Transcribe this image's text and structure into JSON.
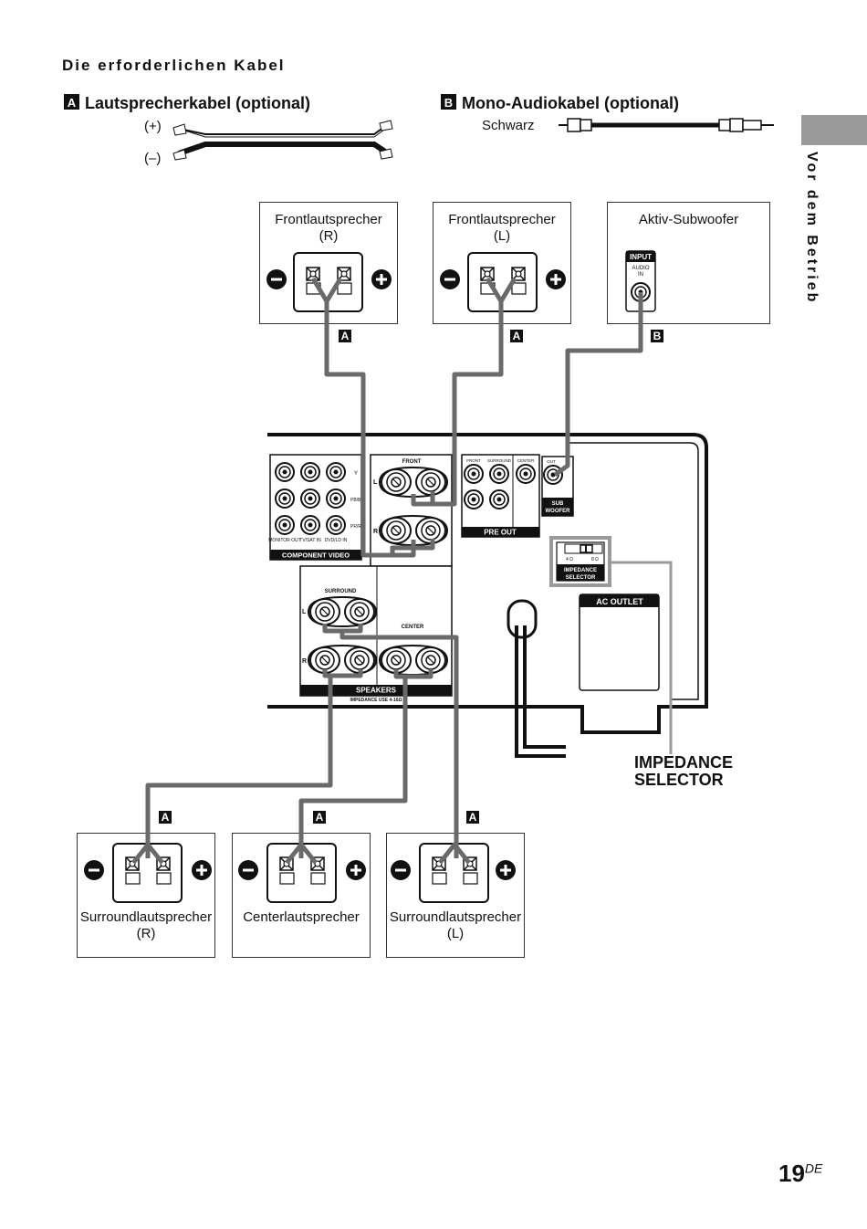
{
  "section_title": "Die erforderlichen Kabel",
  "side_tab": "Vor dem Betrieb",
  "cables": {
    "a": {
      "badge": "A",
      "title": "Lautsprecherkabel (optional)",
      "plus": "(+)",
      "minus": "(–)"
    },
    "b": {
      "badge": "B",
      "title": "Mono-Audiokabel (optional)",
      "color_note": "Schwarz"
    }
  },
  "speakers": {
    "front_r": {
      "name": "Frontlautsprecher",
      "sub": "(R)"
    },
    "front_l": {
      "name": "Frontlautsprecher",
      "sub": "(L)"
    },
    "subwoofer": {
      "name": "Aktiv-Subwoofer",
      "input": "INPUT",
      "audio_in": "AUDIO IN"
    },
    "surround_r": {
      "name": "Surroundlautsprecher",
      "sub": "(R)"
    },
    "center": {
      "name": "Centerlautsprecher"
    },
    "surround_l": {
      "name": "Surroundlautsprecher",
      "sub": "(L)"
    }
  },
  "connection_badges": [
    "A",
    "A",
    "B",
    "A",
    "A",
    "A"
  ],
  "receiver": {
    "component_video": "COMPONENT VIDEO",
    "cv_labels": [
      "Y",
      "PB/B-Y",
      "PR/R-Y"
    ],
    "cv_cols": [
      "MONITOR OUT",
      "TV/SAT IN",
      "DVD/LD IN"
    ],
    "front": "FRONT",
    "surround": "SURROUND",
    "center": "CENTER",
    "speakers": "SPEAKERS",
    "impedance_use": "IMPEDANCE USE 4-16Ω",
    "pre_out": "PRE OUT",
    "pre_out_cols": [
      "FRONT",
      "SURROUND",
      "CENTER"
    ],
    "sub_woofer": "SUB WOOFER",
    "out": "OUT",
    "impedance_selector": "IMPEDANCE SELECTOR",
    "ohm_4": "4 Ω",
    "ohm_8": "8 Ω",
    "ac_outlet": "AC OUTLET",
    "l": "L",
    "r": "R"
  },
  "impedance_label": [
    "IMPEDANCE",
    "SELECTOR"
  ],
  "page_number": "19",
  "page_suffix": "DE"
}
